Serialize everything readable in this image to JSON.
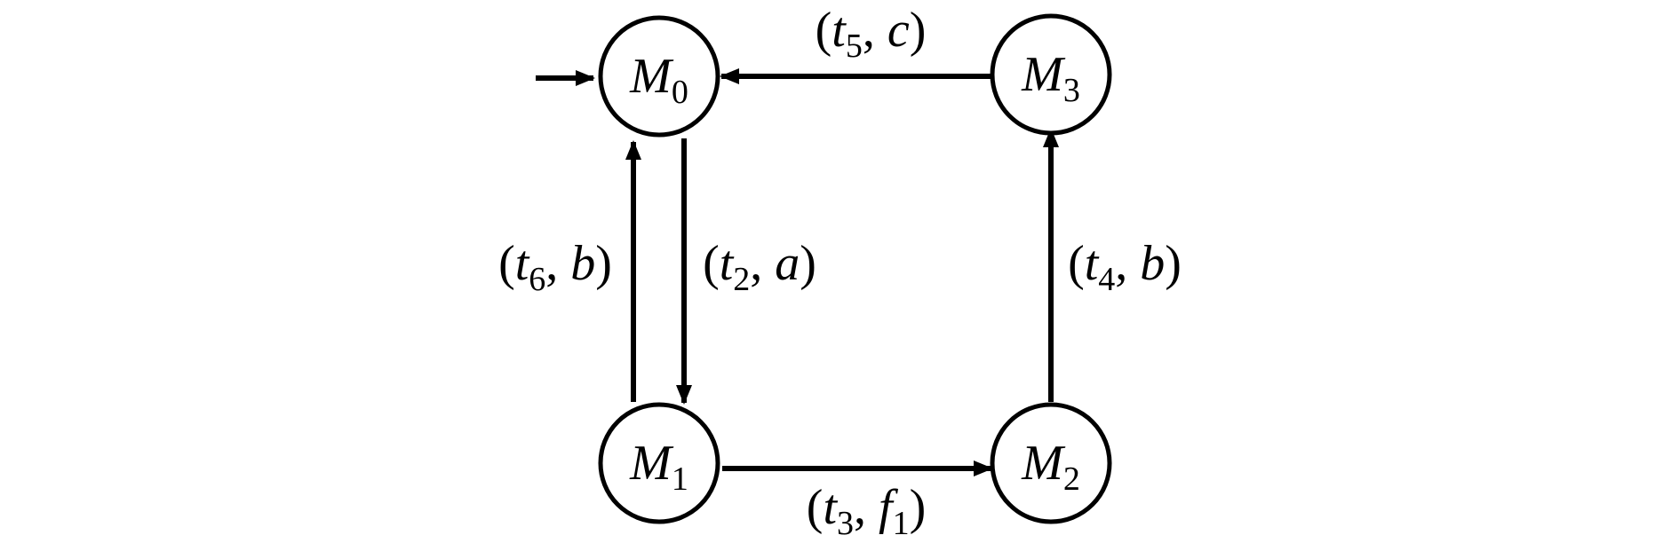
{
  "nodes": [
    {
      "id": "M0",
      "base": "M",
      "sub": "0",
      "initial": true
    },
    {
      "id": "M1",
      "base": "M",
      "sub": "1"
    },
    {
      "id": "M2",
      "base": "M",
      "sub": "2"
    },
    {
      "id": "M3",
      "base": "M",
      "sub": "3"
    }
  ],
  "edges": [
    {
      "from": "M3",
      "to": "M0",
      "t": "t",
      "t_sub": "5",
      "ev": "c",
      "ev_sub": ""
    },
    {
      "from": "M0",
      "to": "M1",
      "t": "t",
      "t_sub": "2",
      "ev": "a",
      "ev_sub": ""
    },
    {
      "from": "M1",
      "to": "M0",
      "t": "t",
      "t_sub": "6",
      "ev": "b",
      "ev_sub": ""
    },
    {
      "from": "M1",
      "to": "M2",
      "t": "t",
      "t_sub": "3",
      "ev": "f",
      "ev_sub": "1"
    },
    {
      "from": "M2",
      "to": "M3",
      "t": "t",
      "t_sub": "4",
      "ev": "b",
      "ev_sub": ""
    }
  ],
  "colors": {
    "stroke": "#000000",
    "background": "#ffffff"
  }
}
